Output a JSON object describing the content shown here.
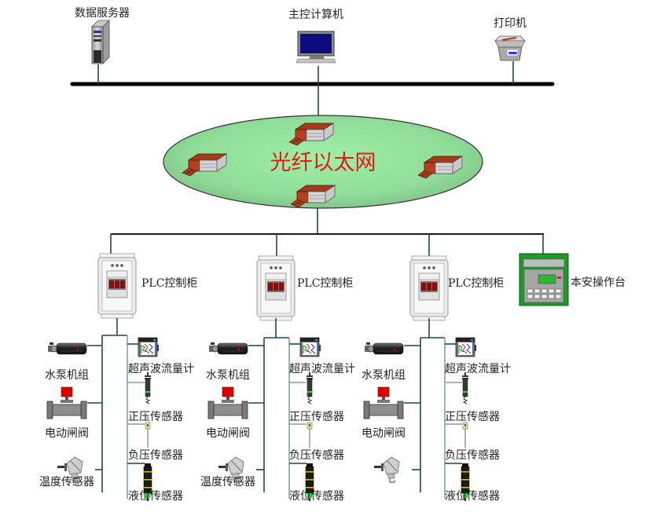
{
  "top": {
    "server_label": "数据服务器",
    "host_label": "主控计算机",
    "printer_label": "打印机"
  },
  "ring": {
    "title": "光纤以太网",
    "switch_count": 4,
    "fill_color": "#8fe39a"
  },
  "controllers": [
    {
      "label": "PLC控制柜"
    },
    {
      "label": "PLC控制柜"
    },
    {
      "label": "PLC控制柜"
    }
  ],
  "console": {
    "label": "本安操作台",
    "color": "#1f9a2a"
  },
  "clusters": [
    {
      "left": [
        "水泵机组",
        "电动闸阀",
        "温度传感器"
      ],
      "right": [
        "超声波流量计",
        "正压传感器",
        "负压传感器",
        "液位传感器"
      ]
    },
    {
      "left": [
        "水泵机组",
        "电动闸阀",
        "温度传感器"
      ],
      "right": [
        "超声波流量计",
        "正压传感器",
        "负压传感器",
        "液位传感器"
      ]
    },
    {
      "left": [
        "水泵机组",
        "电动闸阀",
        ""
      ],
      "right": [
        "超声波流量计",
        "正压传感器",
        "负压传感器",
        "液位传感器"
      ]
    }
  ]
}
